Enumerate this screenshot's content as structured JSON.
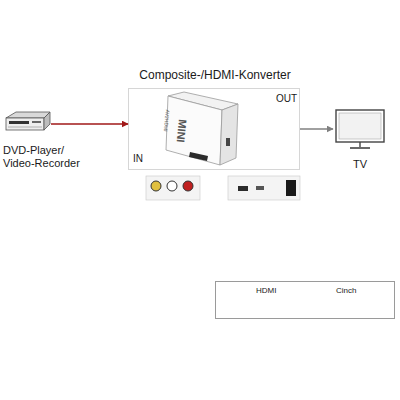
{
  "diagram": {
    "nodes": [
      {
        "text": [
          "DVD-Player/ Video-Recorder"
        ]
      },
      {
        "text": [
          "Composite-/HDMI-Konverter"
        ]
      },
      {
        "text": [
          "TV"
        ]
      }
    ],
    "edges": [
      {
        "from": 0,
        "to": 1,
        "arrow": "to"
      },
      {
        "from": 1,
        "to": 2,
        "arrow": "to"
      }
    ],
    "labels": [
      "OUT",
      "IN",
      "MINI",
      "AV2HDMI"
    ],
    "legend": [
      {
        "text": "HDMI"
      },
      {
        "text": "Cinch"
      }
    ]
  }
}
